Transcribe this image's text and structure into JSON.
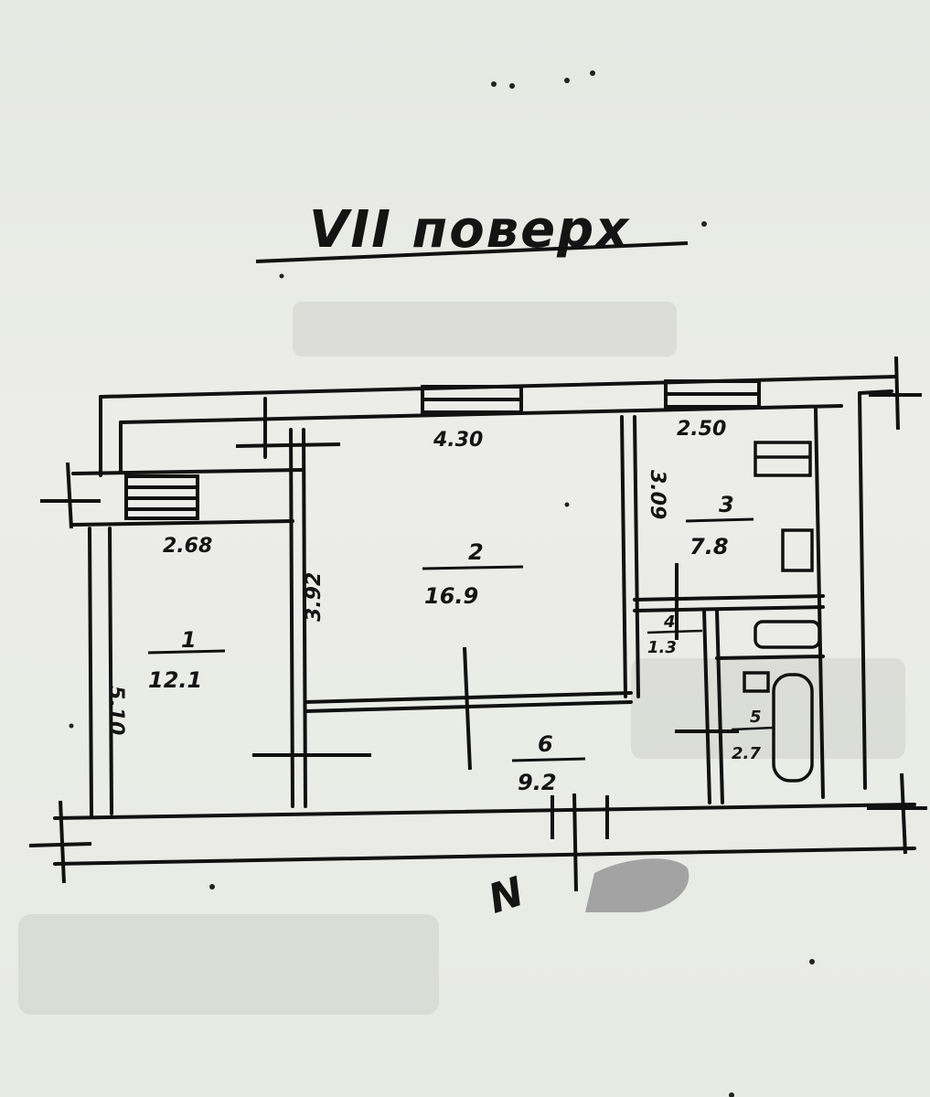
{
  "plan": {
    "title": "VII поверх",
    "north_marker": "N",
    "rooms": [
      {
        "number": "1",
        "area": "12.1",
        "width": "2.68",
        "length": "5.10"
      },
      {
        "number": "2",
        "area": "16.9",
        "width": "4.30",
        "length": "3.92"
      },
      {
        "number": "3",
        "area": "7.8",
        "width": "2.50",
        "length": "3.09"
      },
      {
        "number": "4",
        "area": "1.3"
      },
      {
        "number": "5",
        "area": "2.7"
      },
      {
        "number": "6",
        "area": "9.2"
      }
    ]
  }
}
